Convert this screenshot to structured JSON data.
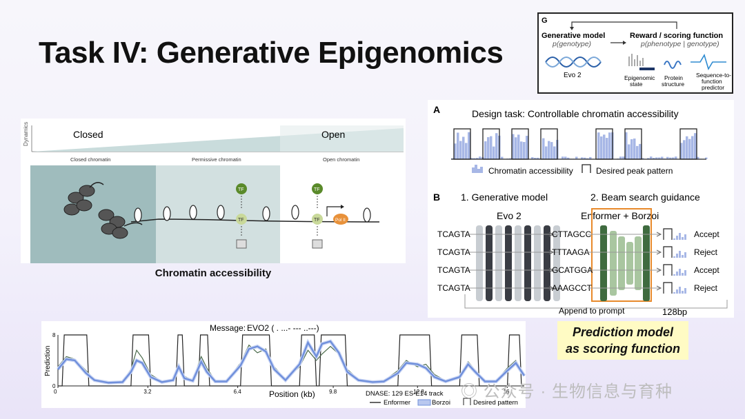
{
  "slide": {
    "title": "Task IV: Generative Epigenomics"
  },
  "panel_g": {
    "letter": "G",
    "gen_title": "Generative model",
    "gen_sub": "p(genotype)",
    "gen_label": "Evo 2",
    "reward_title": "Reward / scoring function",
    "reward_sub": "p(phenotype | genotype)",
    "reward_items": [
      "Epigenomic state",
      "Protein structure",
      "Sequence-to-function predictor"
    ]
  },
  "chromatin": {
    "ylabel": "Dynamics",
    "closed_label": "Closed",
    "open_label": "Open",
    "sections": [
      "Closed chromatin",
      "Permissive chromatin",
      "Open chromatin"
    ],
    "tf_label": "TF",
    "pol_label": "Pol II",
    "caption": "Chromatin accessibility",
    "colors": {
      "closed": "#9fbcbd",
      "permissive": "#d2e0e0",
      "open": "#ffffff",
      "tf_top": "#5a8a2a",
      "tf_mid": "#c9d99a",
      "pol": "#e8913a"
    }
  },
  "panel_a": {
    "letter": "A",
    "title": "Design task: Controllable chromatin accessibility",
    "legend_access": "Chromatin accessibility",
    "legend_peak": "Desired peak pattern"
  },
  "panel_b": {
    "letter": "B",
    "step1": "1. Generative model",
    "step2": "2. Beam search guidance",
    "model1": "Evo 2",
    "model2": "Enformer + Borzoi",
    "prompt_seqs": [
      "TCAGTA",
      "TCAGTA",
      "TCAGTA",
      "TCAGTA"
    ],
    "gen_seqs": [
      "CTTAGCC",
      "TTTAAGA",
      "GCATGGA",
      "AAAGCCT"
    ],
    "decisions": [
      "Accept",
      "Reject",
      "Accept",
      "Reject"
    ],
    "append_label": "Append to prompt",
    "bp_label": "128bp",
    "colors": {
      "evo_dark": "#3a3d44",
      "evo_light": "#c8cdd2",
      "enf_dark": "#3f6b3f",
      "enf_light": "#a9c6a0",
      "highlight": "#e8892a"
    }
  },
  "prediction": {
    "message_prefix": "Message:",
    "message": "EVO2  ( .  ...- ---  ..---)",
    "legend_track": "DNASE: 129 ES-E14 track",
    "legend_enformer": "Enformer",
    "legend_borzoi": "Borzoi",
    "legend_desired": "Desired pattern",
    "callout_line1": "Prediction model",
    "callout_line2": "as scoring function"
  },
  "chart_data": {
    "type": "line",
    "xlabel": "Position (kb)",
    "ylabel": "Prediction",
    "xlim": [
      0,
      16.6
    ],
    "ylim": [
      0,
      8
    ],
    "xticks": [
      0,
      3.2,
      6.4,
      9.8,
      12.8,
      16
    ],
    "yticks": [
      0,
      8
    ],
    "desired_peaks": [
      [
        0.15,
        1.1
      ],
      [
        2.6,
        3.3
      ],
      [
        4.2,
        4.5
      ],
      [
        5.0,
        5.4
      ],
      [
        6.5,
        7.6
      ],
      [
        8.6,
        9.2
      ],
      [
        9.3,
        10.3
      ],
      [
        12.1,
        13.3
      ],
      [
        14.3,
        15.0
      ],
      [
        16.0,
        16.5
      ]
    ],
    "series": [
      {
        "name": "Enformer",
        "x": [
          0,
          0.3,
          0.6,
          1.0,
          1.3,
          1.8,
          2.3,
          2.6,
          2.8,
          3.0,
          3.3,
          3.7,
          4.1,
          4.3,
          4.5,
          4.8,
          5.1,
          5.3,
          5.6,
          6.0,
          6.5,
          6.8,
          7.1,
          7.4,
          7.7,
          8.1,
          8.6,
          8.9,
          9.2,
          9.4,
          9.7,
          10.0,
          10.3,
          10.7,
          11.2,
          11.6,
          12.1,
          12.4,
          12.8,
          13.1,
          13.4,
          13.8,
          14.3,
          14.6,
          14.9,
          15.2,
          15.6,
          16.0,
          16.3,
          16.6
        ],
        "y": [
          3.0,
          4.6,
          4.2,
          2.4,
          1.0,
          0.6,
          0.7,
          2.6,
          5.6,
          4.4,
          1.8,
          0.7,
          1.0,
          3.2,
          1.5,
          0.9,
          4.6,
          2.8,
          0.8,
          0.8,
          3.6,
          6.4,
          5.2,
          5.8,
          3.0,
          1.0,
          3.0,
          5.6,
          4.0,
          5.0,
          6.2,
          5.0,
          2.6,
          1.0,
          0.7,
          0.8,
          2.4,
          4.0,
          3.0,
          3.4,
          1.8,
          0.8,
          1.6,
          3.8,
          2.2,
          0.8,
          0.8,
          2.8,
          4.0,
          1.8
        ]
      },
      {
        "name": "Borzoi",
        "x": [
          0,
          0.3,
          0.6,
          1.0,
          1.3,
          1.8,
          2.3,
          2.6,
          2.8,
          3.0,
          3.3,
          3.7,
          4.1,
          4.3,
          4.5,
          4.8,
          5.1,
          5.3,
          5.6,
          6.0,
          6.5,
          6.8,
          7.1,
          7.4,
          7.7,
          8.1,
          8.6,
          8.9,
          9.2,
          9.4,
          9.7,
          10.0,
          10.3,
          10.7,
          11.2,
          11.6,
          12.1,
          12.4,
          12.8,
          13.1,
          13.4,
          13.8,
          14.3,
          14.6,
          14.9,
          15.2,
          15.6,
          16.0,
          16.3,
          16.6
        ],
        "y": [
          2.6,
          4.2,
          4.0,
          2.0,
          0.9,
          0.5,
          0.6,
          2.2,
          4.0,
          3.6,
          1.4,
          0.6,
          0.9,
          3.0,
          1.2,
          0.8,
          3.8,
          2.2,
          0.7,
          0.7,
          3.2,
          5.8,
          6.2,
          5.4,
          2.6,
          0.9,
          3.4,
          6.8,
          4.6,
          6.6,
          7.0,
          5.2,
          2.2,
          0.9,
          0.6,
          0.7,
          2.0,
          3.6,
          3.4,
          2.8,
          1.4,
          0.7,
          1.4,
          3.4,
          2.0,
          0.7,
          0.7,
          2.4,
          3.6,
          1.6
        ]
      }
    ]
  }
}
